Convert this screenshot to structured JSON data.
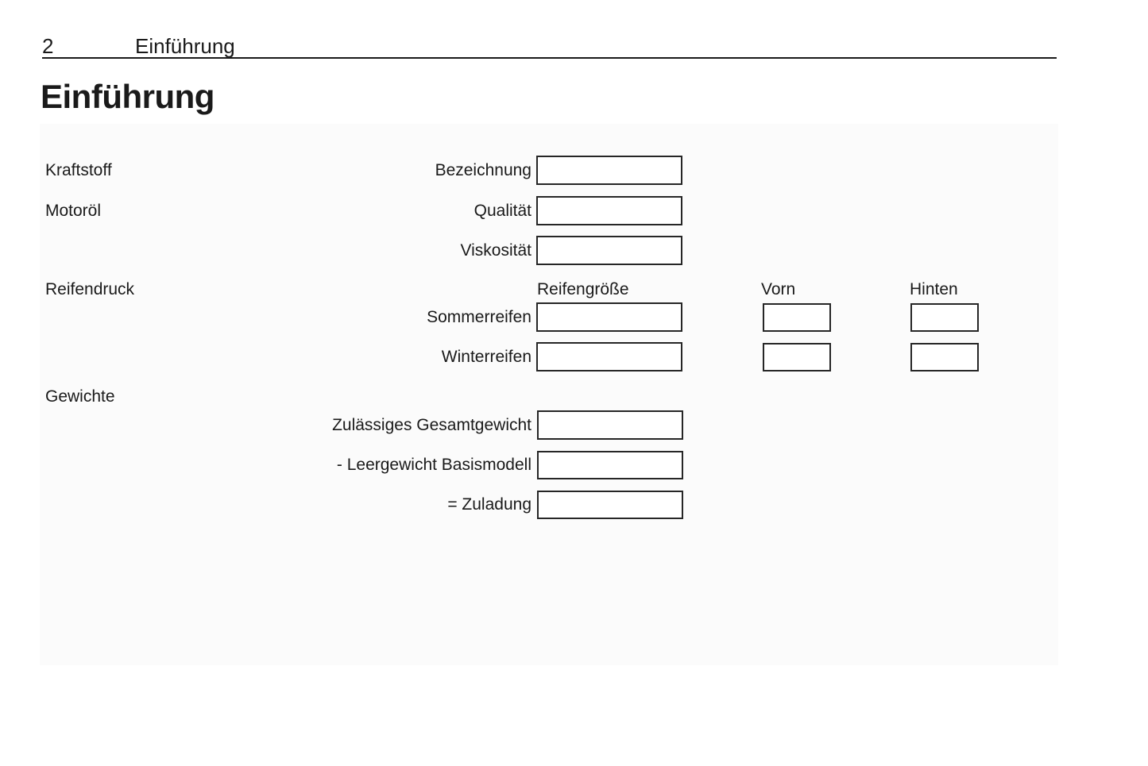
{
  "header": {
    "page_number": "2",
    "chapter": "Einführung"
  },
  "title": "Einführung",
  "form": {
    "sections": {
      "kraftstoff": "Kraftstoff",
      "motoroel": "Motoröl",
      "reifendruck": "Reifendruck",
      "gewichte": "Gewichte"
    },
    "columns": {
      "reifengroesse": "Reifengröße",
      "vorn": "Vorn",
      "hinten": "Hinten"
    },
    "fields": {
      "bezeichnung": {
        "label": "Bezeichnung",
        "value": ""
      },
      "qualitaet": {
        "label": "Qualität",
        "value": ""
      },
      "viskositaet": {
        "label": "Viskosität",
        "value": ""
      },
      "sommerreifen": {
        "label": "Sommerreifen",
        "groesse": "",
        "vorn": "",
        "hinten": ""
      },
      "winterreifen": {
        "label": "Winterreifen",
        "groesse": "",
        "vorn": "",
        "hinten": ""
      },
      "gesamtgewicht": {
        "label": "Zulässiges Gesamtgewicht",
        "value": ""
      },
      "leergewicht": {
        "label": "- Leergewicht Basismodell",
        "value": ""
      },
      "zuladung": {
        "label": "= Zuladung",
        "value": ""
      }
    }
  },
  "colors": {
    "text": "#1a1a1a",
    "panel_background": "#fbfbfb",
    "box_border": "#262626",
    "page_background": "#ffffff"
  }
}
